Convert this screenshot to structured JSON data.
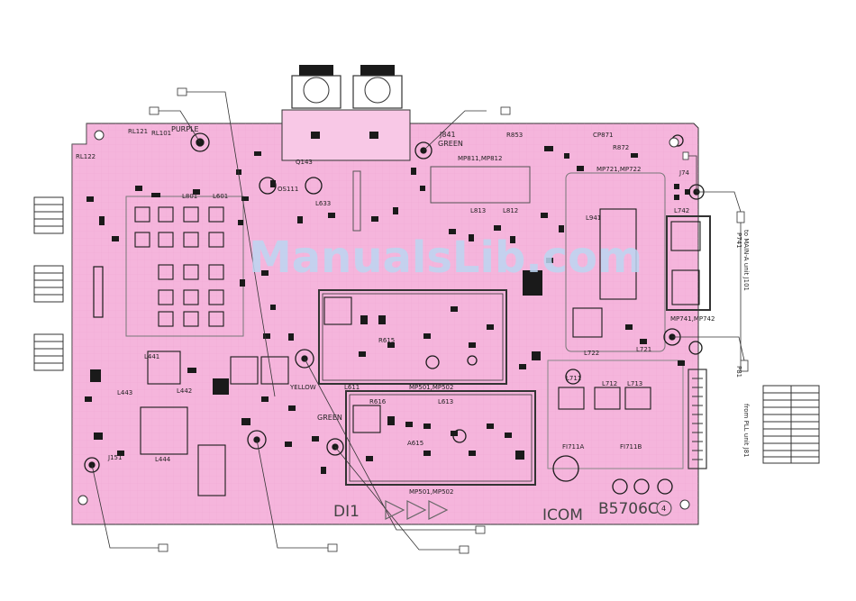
{
  "watermark": "ManualsLib.com",
  "colors": {
    "board": "#f5b5dc",
    "trace": "#e690c6",
    "outline": "#333333",
    "component": "#1a1a1a",
    "watermark": "#bcd6f2",
    "background": "#ffffff"
  },
  "labels": {
    "purple": "PURPLE",
    "green_top": "GREEN",
    "j841": "J841",
    "r853": "R853",
    "cp871": "CP871",
    "r872": "R872",
    "mp811": "MP811,MP812",
    "mp721": "MP721,MP722",
    "rl121": "RL121",
    "rl101": "RL101",
    "rl122": "RL122",
    "l801": "L801",
    "l601": "L601",
    "q143": "Q143",
    "l633": "L633",
    "os111": "OS111",
    "l813": "L813",
    "l812": "L812",
    "l941": "L941",
    "j74": "J74",
    "l742": "L742",
    "mp741": "MP741,MP742",
    "l721": "L721",
    "l722": "L722",
    "l711": "L711",
    "l712": "L712",
    "l713": "L713",
    "l441": "L441",
    "l442": "L442",
    "l443": "L443",
    "l444": "L444",
    "j151": "J151",
    "l611": "L611",
    "r616": "R616",
    "r615": "R615",
    "l613": "L613",
    "a615": "A615",
    "mp501": "MP501,MP502",
    "mp501b": "MP501,MP502",
    "yellow": "YELLOW",
    "green_bottom": "GREEN",
    "fi711a": "FI711A",
    "fi711b": "FI711B",
    "icom": "ICOM",
    "board_id": "B5706C",
    "rev": "4",
    "di1": "DI1",
    "p741": "P741",
    "to_main": "to MAIN-A unit J101",
    "p81": "P81",
    "from_pll": "from PLL unit J81"
  }
}
